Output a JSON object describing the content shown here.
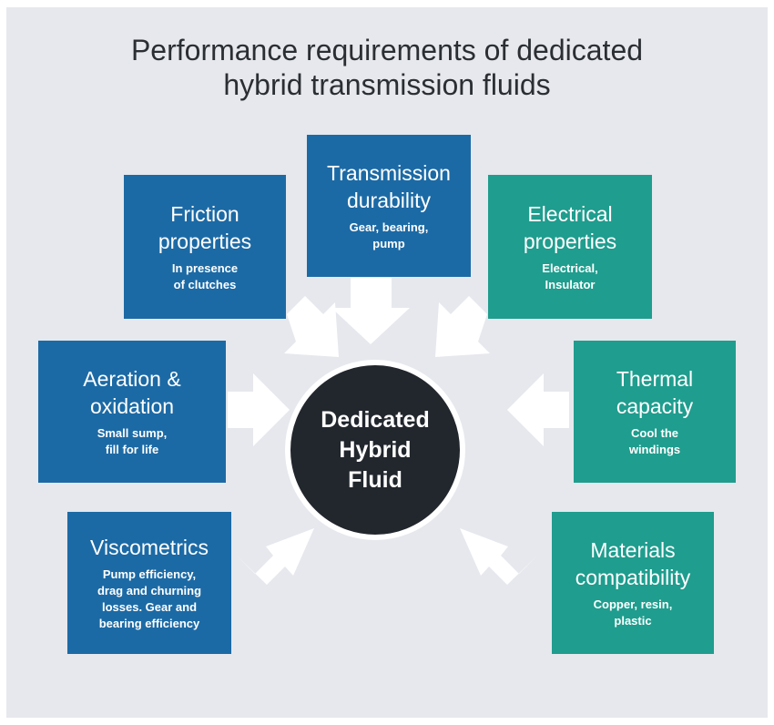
{
  "title": {
    "line1": "Performance requirements of dedicated",
    "line2": "hybrid transmission fluids"
  },
  "center": {
    "lines": [
      "Dedicated",
      "Hybrid",
      "Fluid"
    ]
  },
  "requirements": [
    {
      "id": "friction",
      "heading": [
        "Friction",
        "properties"
      ],
      "detail": [
        "In presence",
        "of clutches"
      ],
      "color": "#1c6aa5"
    },
    {
      "id": "transmission",
      "heading": [
        "Transmission",
        "durability"
      ],
      "detail": [
        "Gear, bearing,",
        "pump"
      ],
      "color": "#1c6aa5"
    },
    {
      "id": "electrical",
      "heading": [
        "Electrical",
        "properties"
      ],
      "detail": [
        "Electrical,",
        "Insulator"
      ],
      "color": "#1f9d8e"
    },
    {
      "id": "aeration",
      "heading": [
        "Aeration &",
        "oxidation"
      ],
      "detail": [
        "Small sump,",
        "fill for life"
      ],
      "color": "#1c6aa5"
    },
    {
      "id": "thermal",
      "heading": [
        "Thermal",
        "capacity"
      ],
      "detail": [
        "Cool the",
        "windings"
      ],
      "color": "#1f9d8e"
    },
    {
      "id": "viscometrics",
      "heading": [
        "Viscometrics"
      ],
      "detail": [
        "Pump efficiency,",
        "drag and churning",
        "losses. Gear and",
        "bearing efficiency"
      ],
      "color": "#1c6aa5"
    },
    {
      "id": "materials",
      "heading": [
        "Materials",
        "compatibility"
      ],
      "detail": [
        "Copper, resin,",
        "plastic"
      ],
      "color": "#1f9d8e"
    }
  ]
}
